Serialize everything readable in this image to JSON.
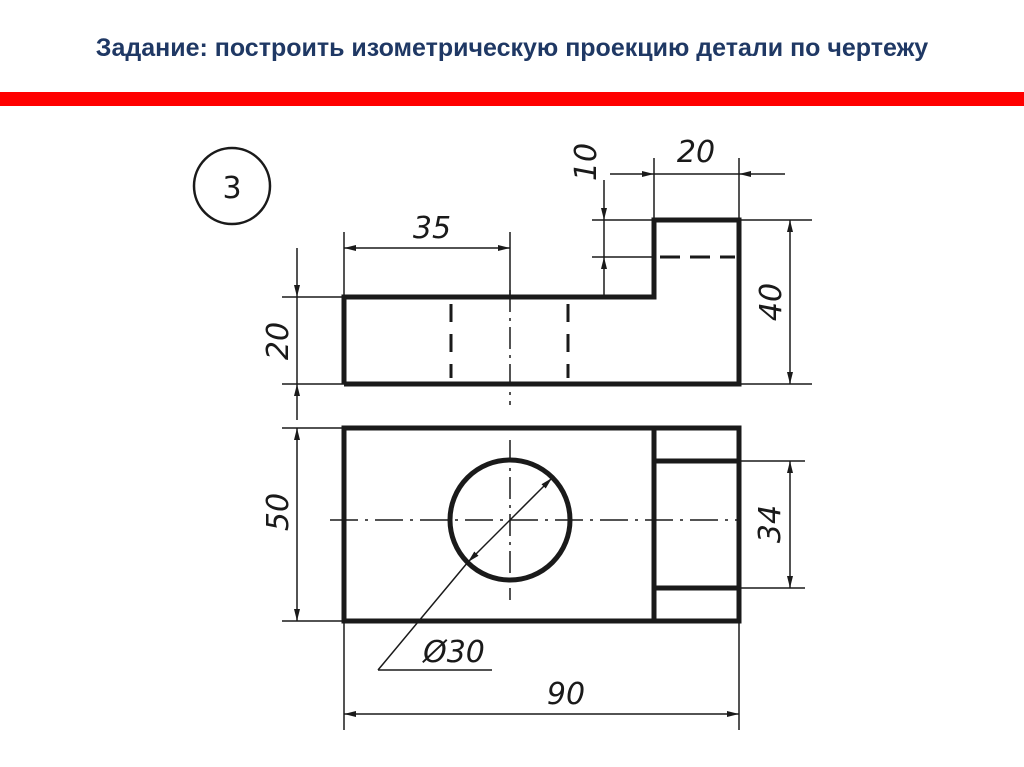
{
  "slide": {
    "title": "Задание: построить изометрическую проекцию детали по чертежу",
    "accent_color": "#ff0000",
    "title_color": "#1f3864"
  },
  "drawing": {
    "task_number": "3",
    "dimensions": {
      "d35": "35",
      "d20_top": "20",
      "d10": "10",
      "d40": "40",
      "d20_left": "20",
      "d50": "50",
      "d34": "34",
      "d30": "Ø30",
      "d90": "90"
    }
  }
}
